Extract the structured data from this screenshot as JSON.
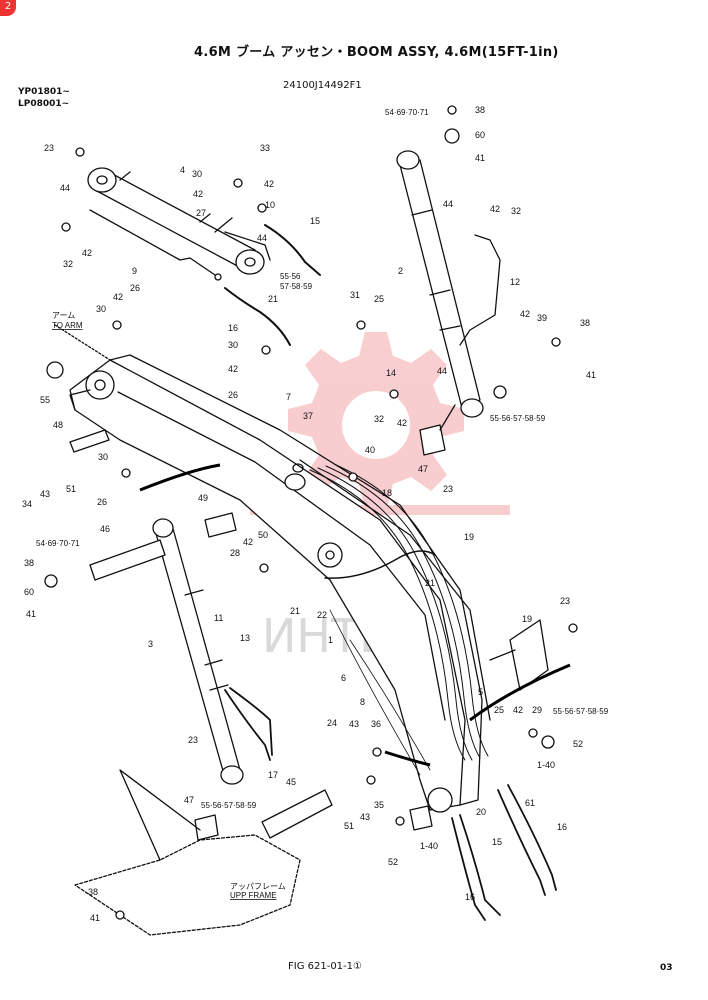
{
  "header": {
    "badge": "2",
    "title": "4.6M ブーム アッセン・BOOM ASSY, 4.6M(15FT-1in)",
    "part_number": "24100J14492F1",
    "serial_1": "YP01801~",
    "serial_2": "LP08001~"
  },
  "watermark": {
    "text": "ИНТЕК",
    "color": "#e8505b"
  },
  "notes": {
    "to_arm_jp": "アーム",
    "to_arm_en": "TO ARM",
    "upp_frame_jp": "アッパフレーム",
    "upp_frame_en": "UPP FRAME"
  },
  "footer": {
    "fig": "FIG 621-01-1①",
    "page": "03"
  },
  "labels": [
    {
      "id": "l-23a",
      "text": "23"
    },
    {
      "id": "l-44a",
      "text": "44"
    },
    {
      "id": "l-4",
      "text": "4"
    },
    {
      "id": "l-33",
      "text": "33"
    },
    {
      "id": "l-30a",
      "text": "30"
    },
    {
      "id": "l-42a",
      "text": "42"
    },
    {
      "id": "l-42b",
      "text": "42"
    },
    {
      "id": "l-27",
      "text": "27"
    },
    {
      "id": "l-10",
      "text": "10"
    },
    {
      "id": "l-44b",
      "text": "44"
    },
    {
      "id": "l-15a",
      "text": "15"
    },
    {
      "id": "l-42c",
      "text": "42"
    },
    {
      "id": "l-32a",
      "text": "32"
    },
    {
      "id": "l-9",
      "text": "9"
    },
    {
      "id": "l-55a",
      "text": "55·56"
    },
    {
      "id": "l-57a",
      "text": "57·58·59"
    },
    {
      "id": "l-21a",
      "text": "21"
    },
    {
      "id": "l-16a",
      "text": "16"
    },
    {
      "id": "l-26a",
      "text": "26"
    },
    {
      "id": "l-42d",
      "text": "42"
    },
    {
      "id": "l-30b",
      "text": "30"
    },
    {
      "id": "l-30c",
      "text": "30"
    },
    {
      "id": "l-42e",
      "text": "42"
    },
    {
      "id": "l-26b",
      "text": "26"
    },
    {
      "id": "l-55b",
      "text": "55"
    },
    {
      "id": "l-7",
      "text": "7"
    },
    {
      "id": "l-37",
      "text": "37"
    },
    {
      "id": "l-48",
      "text": "48"
    },
    {
      "id": "l-34",
      "text": "34"
    },
    {
      "id": "l-43a",
      "text": "43"
    },
    {
      "id": "l-51a",
      "text": "51"
    },
    {
      "id": "l-30d",
      "text": "30"
    },
    {
      "id": "l-26c",
      "text": "26"
    },
    {
      "id": "l-40a",
      "text": "40"
    },
    {
      "id": "l-18",
      "text": "18"
    },
    {
      "id": "l-49",
      "text": "49"
    },
    {
      "id": "l-46",
      "text": "46"
    },
    {
      "id": "l-54a",
      "text": "54·69·70·71"
    },
    {
      "id": "l-38a",
      "text": "38"
    },
    {
      "id": "l-60a",
      "text": "60"
    },
    {
      "id": "l-41a",
      "text": "41"
    },
    {
      "id": "l-28",
      "text": "28"
    },
    {
      "id": "l-42f",
      "text": "42"
    },
    {
      "id": "l-50",
      "text": "50"
    },
    {
      "id": "l-21b",
      "text": "21"
    },
    {
      "id": "l-22",
      "text": "22"
    },
    {
      "id": "l-21c",
      "text": "21"
    },
    {
      "id": "l-19a",
      "text": "19"
    },
    {
      "id": "l-11",
      "text": "11"
    },
    {
      "id": "l-3",
      "text": "3"
    },
    {
      "id": "l-13",
      "text": "13"
    },
    {
      "id": "l-1a",
      "text": "1"
    },
    {
      "id": "l-6",
      "text": "6"
    },
    {
      "id": "l-8",
      "text": "8"
    },
    {
      "id": "l-5",
      "text": "5"
    },
    {
      "id": "l-23b",
      "text": "23"
    },
    {
      "id": "l-17",
      "text": "17"
    },
    {
      "id": "l-24",
      "text": "24"
    },
    {
      "id": "l-43b",
      "text": "43"
    },
    {
      "id": "l-36",
      "text": "36"
    },
    {
      "id": "l-45",
      "text": "45"
    },
    {
      "id": "l-47a",
      "text": "47"
    },
    {
      "id": "l-55c",
      "text": "55·56·57·58·59"
    },
    {
      "id": "l-35",
      "text": "35"
    },
    {
      "id": "l-43c",
      "text": "43"
    },
    {
      "id": "l-51b",
      "text": "51"
    },
    {
      "id": "l-38b",
      "text": "38"
    },
    {
      "id": "l-41b",
      "text": "41"
    },
    {
      "id": "l-54b",
      "text": "54·69·70·71"
    },
    {
      "id": "l-38c",
      "text": "38"
    },
    {
      "id": "l-60b",
      "text": "60"
    },
    {
      "id": "l-41c",
      "text": "41"
    },
    {
      "id": "l-44c",
      "text": "44"
    },
    {
      "id": "l-42g",
      "text": "42"
    },
    {
      "id": "l-32b",
      "text": "32"
    },
    {
      "id": "l-2",
      "text": "2"
    },
    {
      "id": "l-12",
      "text": "12"
    },
    {
      "id": "l-31",
      "text": "31"
    },
    {
      "id": "l-25a",
      "text": "25"
    },
    {
      "id": "l-42h",
      "text": "42"
    },
    {
      "id": "l-39",
      "text": "39"
    },
    {
      "id": "l-38d",
      "text": "38"
    },
    {
      "id": "l-41d",
      "text": "41"
    },
    {
      "id": "l-14",
      "text": "14"
    },
    {
      "id": "l-44d",
      "text": "44"
    },
    {
      "id": "l-32c",
      "text": "32"
    },
    {
      "id": "l-42i",
      "text": "42"
    },
    {
      "id": "l-55d",
      "text": "55·56·57·58·59"
    },
    {
      "id": "l-47b",
      "text": "47"
    },
    {
      "id": "l-23c",
      "text": "23"
    },
    {
      "id": "l-19b",
      "text": "19"
    },
    {
      "id": "l-23d",
      "text": "23"
    },
    {
      "id": "l-25b",
      "text": "25"
    },
    {
      "id": "l-42j",
      "text": "42"
    },
    {
      "id": "l-29",
      "text": "29"
    },
    {
      "id": "l-55e",
      "text": "55·56·57·58·59"
    },
    {
      "id": "l-52a",
      "text": "52"
    },
    {
      "id": "l-140a",
      "text": "1-40"
    },
    {
      "id": "l-61",
      "text": "61"
    },
    {
      "id": "l-20",
      "text": "20"
    },
    {
      "id": "l-16b",
      "text": "16"
    },
    {
      "id": "l-15b",
      "text": "15"
    },
    {
      "id": "l-16c",
      "text": "16"
    },
    {
      "id": "l-140b",
      "text": "1-40"
    },
    {
      "id": "l-52b",
      "text": "52"
    }
  ]
}
